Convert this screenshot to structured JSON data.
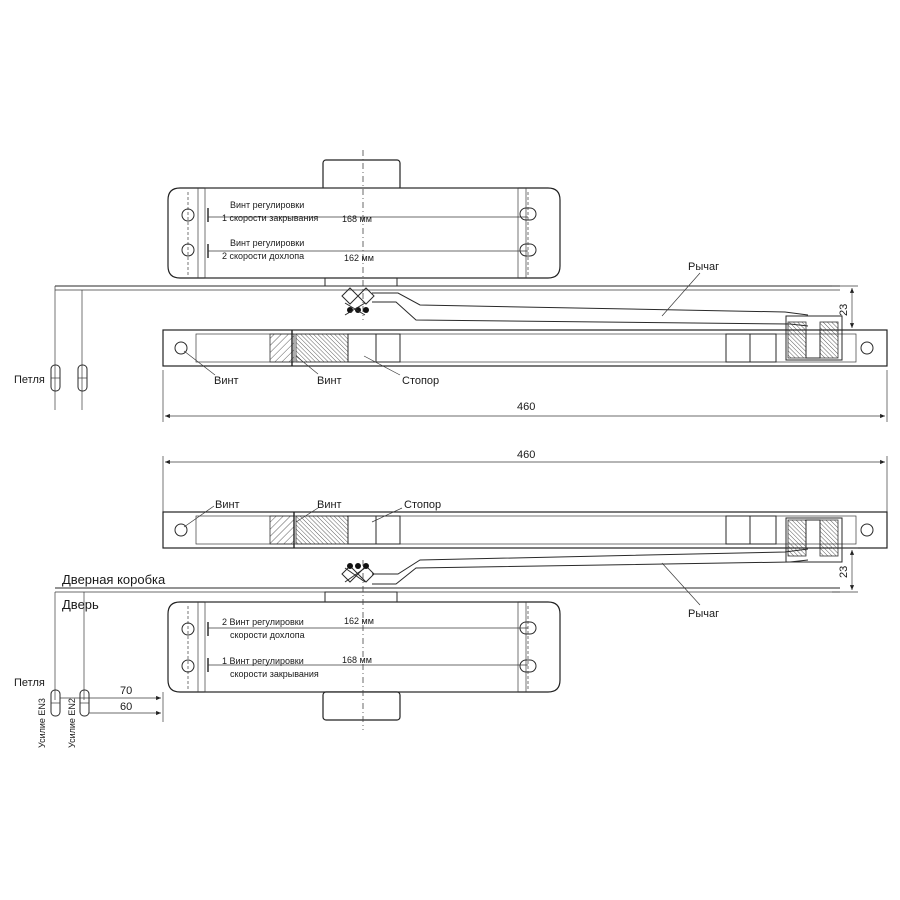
{
  "top_view": {
    "closer": {
      "adj1_line1": "Винт регулировки",
      "adj1_line2": "1 скорости закрывания",
      "adj1_dim": "168 мм",
      "adj2_line1": "Винт регулировки",
      "adj2_line2": "2 скорости дохлопа",
      "adj2_dim": "162 мм"
    },
    "lever_label": "Рычаг",
    "offset_dim": "23",
    "rail": {
      "screw_left": "Винт",
      "screw_mid": "Винт",
      "stopper": "Стопор",
      "length": "460"
    },
    "hinge_label": "Петля"
  },
  "bottom_view": {
    "rail": {
      "length": "460",
      "screw_left": "Винт",
      "screw_mid": "Винт",
      "stopper": "Стопор"
    },
    "frame_label": "Дверная коробка",
    "door_label": "Дверь",
    "lever_label": "Рычаг",
    "offset_dim": "23",
    "closer": {
      "adj2_line1": "2 Винт регулировки",
      "adj2_line2": "скорости дохлопа",
      "adj2_dim": "162 мм",
      "adj1_line1": "1 Винт регулировки",
      "adj1_line2": "скорости закрывания",
      "adj1_dim": "168 мм"
    },
    "hinge_label": "Петля",
    "dim_70": "70",
    "dim_60": "60",
    "force_en3": "Усилие EN3",
    "force_en2": "Усилие EN2"
  }
}
